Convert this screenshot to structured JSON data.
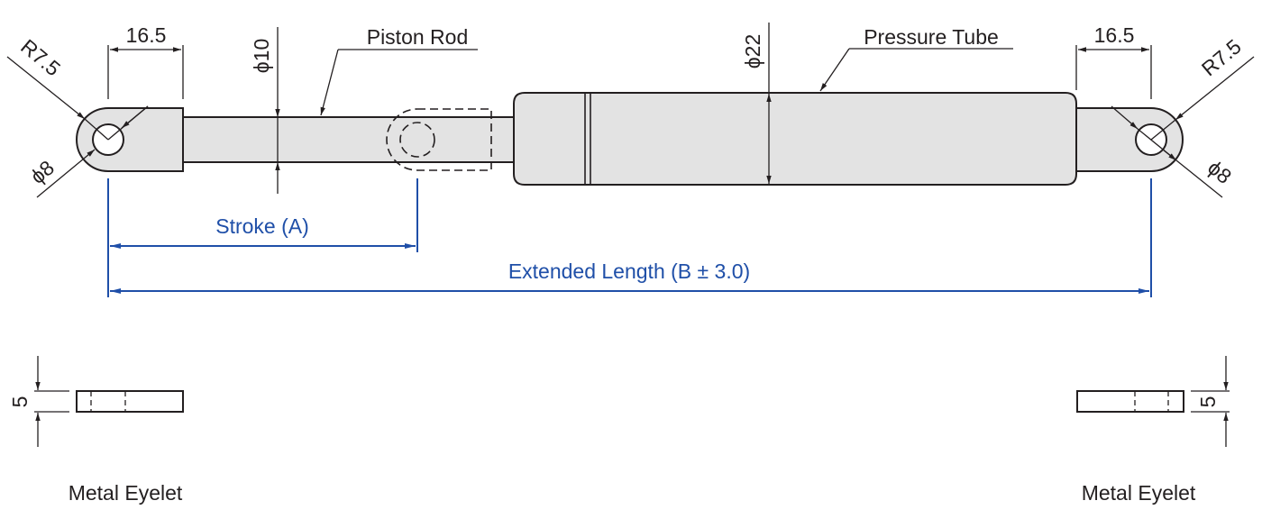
{
  "drawing": {
    "title": "Gas spring dimension drawing",
    "labels": {
      "piston_rod": "Piston Rod",
      "pressure_tube": "Pressure Tube",
      "stroke": "Stroke (A)",
      "extended_length": "Extended Length (B ± 3.0)",
      "eyelet_left": "Metal Eyelet",
      "eyelet_right": "Metal Eyelet"
    },
    "dimensions": {
      "left_eyelet_length": "16.5",
      "right_eyelet_length": "16.5",
      "left_radius": "R7.5",
      "right_radius": "R7.5",
      "left_hole_dia": "ϕ8",
      "right_hole_dia": "ϕ8",
      "rod_dia": "ϕ10",
      "tube_dia": "ϕ22",
      "left_eyelet_thickness": "5",
      "right_eyelet_thickness": "5"
    },
    "colors": {
      "line": "#231f20",
      "fill": "#e3e3e3",
      "dimension_blue": "#1f4fa8"
    }
  }
}
